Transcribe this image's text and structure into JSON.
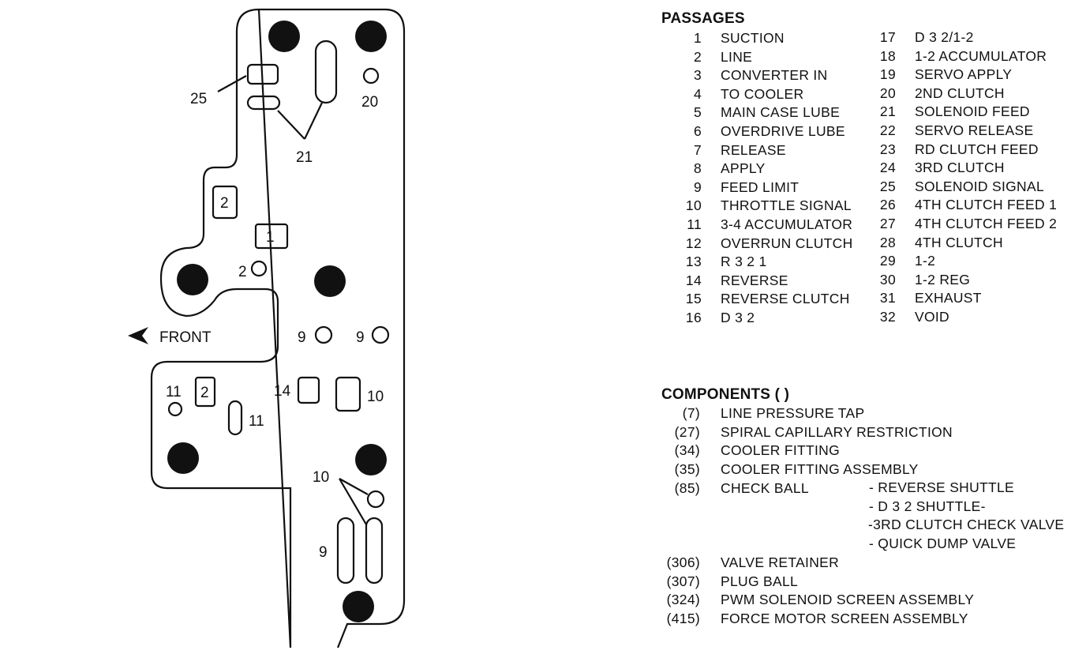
{
  "diagram": {
    "callouts": {
      "c25": "25",
      "c20": "20",
      "c21": "21",
      "c2a": "2",
      "c1": "1",
      "c2b": "2",
      "c9a": "9",
      "c9b": "9",
      "c11a": "11",
      "c2c": "2",
      "c14": "14",
      "c10a": "10",
      "c11b": "11",
      "c10b": "10",
      "c9c": "9"
    },
    "front_label": "FRONT"
  },
  "passages": {
    "title": "PASSAGES",
    "left": [
      {
        "n": "1",
        "name": "SUCTION"
      },
      {
        "n": "2",
        "name": "LINE"
      },
      {
        "n": "3",
        "name": "CONVERTER IN"
      },
      {
        "n": "4",
        "name": "TO COOLER"
      },
      {
        "n": "5",
        "name": "MAIN CASE LUBE"
      },
      {
        "n": "6",
        "name": "OVERDRIVE LUBE"
      },
      {
        "n": "7",
        "name": "RELEASE"
      },
      {
        "n": "8",
        "name": "APPLY"
      },
      {
        "n": "9",
        "name": "FEED LIMIT"
      },
      {
        "n": "10",
        "name": "THROTTLE SIGNAL"
      },
      {
        "n": "11",
        "name": "3-4 ACCUMULATOR"
      },
      {
        "n": "12",
        "name": "OVERRUN CLUTCH"
      },
      {
        "n": "13",
        "name": "R 3 2 1"
      },
      {
        "n": "14",
        "name": "REVERSE"
      },
      {
        "n": "15",
        "name": "REVERSE CLUTCH"
      },
      {
        "n": "16",
        "name": "D 3 2"
      }
    ],
    "right": [
      {
        "n": "17",
        "name": "D 3 2/1-2"
      },
      {
        "n": "18",
        "name": "1-2 ACCUMULATOR"
      },
      {
        "n": "19",
        "name": "SERVO APPLY"
      },
      {
        "n": "20",
        "name": "2ND CLUTCH"
      },
      {
        "n": "21",
        "name": "SOLENOID FEED"
      },
      {
        "n": "22",
        "name": "SERVO RELEASE"
      },
      {
        "n": "23",
        "name": "RD CLUTCH FEED"
      },
      {
        "n": "24",
        "name": "3RD CLUTCH"
      },
      {
        "n": "25",
        "name": "SOLENOID SIGNAL"
      },
      {
        "n": "26",
        "name": "4TH CLUTCH FEED 1"
      },
      {
        "n": "27",
        "name": "4TH CLUTCH FEED 2"
      },
      {
        "n": "28",
        "name": "4TH CLUTCH"
      },
      {
        "n": "29",
        "name": "1-2"
      },
      {
        "n": "30",
        "name": "1-2 REG"
      },
      {
        "n": "31",
        "name": "EXHAUST"
      },
      {
        "n": "32",
        "name": "VOID"
      }
    ]
  },
  "components": {
    "title": "COMPONENTS (  )",
    "items": [
      {
        "n": "(7)",
        "name": "LINE PRESSURE TAP"
      },
      {
        "n": "(27)",
        "name": "SPIRAL CAPILLARY RESTRICTION"
      },
      {
        "n": "(34)",
        "name": "COOLER FITTING"
      },
      {
        "n": "(35)",
        "name": "COOLER FITTING ASSEMBLY"
      },
      {
        "n": "(85)",
        "name": "CHECK BALL"
      },
      {
        "n": "(306)",
        "name": "VALVE RETAINER"
      },
      {
        "n": "(307)",
        "name": "PLUG BALL"
      },
      {
        "n": "(324)",
        "name": "PWM SOLENOID SCREEN ASSEMBLY"
      },
      {
        "n": "(415)",
        "name": "FORCE MOTOR SCREEN ASSEMBLY"
      }
    ],
    "check_ball_types": [
      "- REVERSE SHUTTLE",
      "- D 3 2 SHUTTLE-",
      "-3RD CLUTCH CHECK VALVE",
      "- QUICK DUMP VALVE"
    ]
  }
}
